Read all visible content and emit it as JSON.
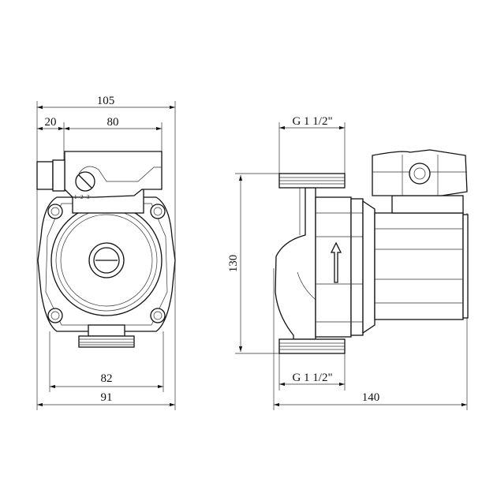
{
  "title": "Circulation pump dimension drawing",
  "front_view": {
    "dims": {
      "overall_width": "105",
      "connector": "20",
      "terminal_box": "80",
      "thread_width": "82",
      "body_width": "91"
    },
    "speed_labels": [
      "1",
      "2",
      "3"
    ]
  },
  "side_view": {
    "dims": {
      "thread_top": "G 1 1/2\"",
      "thread_bottom": "G 1 1/2\"",
      "port_to_port": "130",
      "overall_length": "140"
    }
  },
  "colors": {
    "line": "#111111",
    "background": "#ffffff"
  }
}
